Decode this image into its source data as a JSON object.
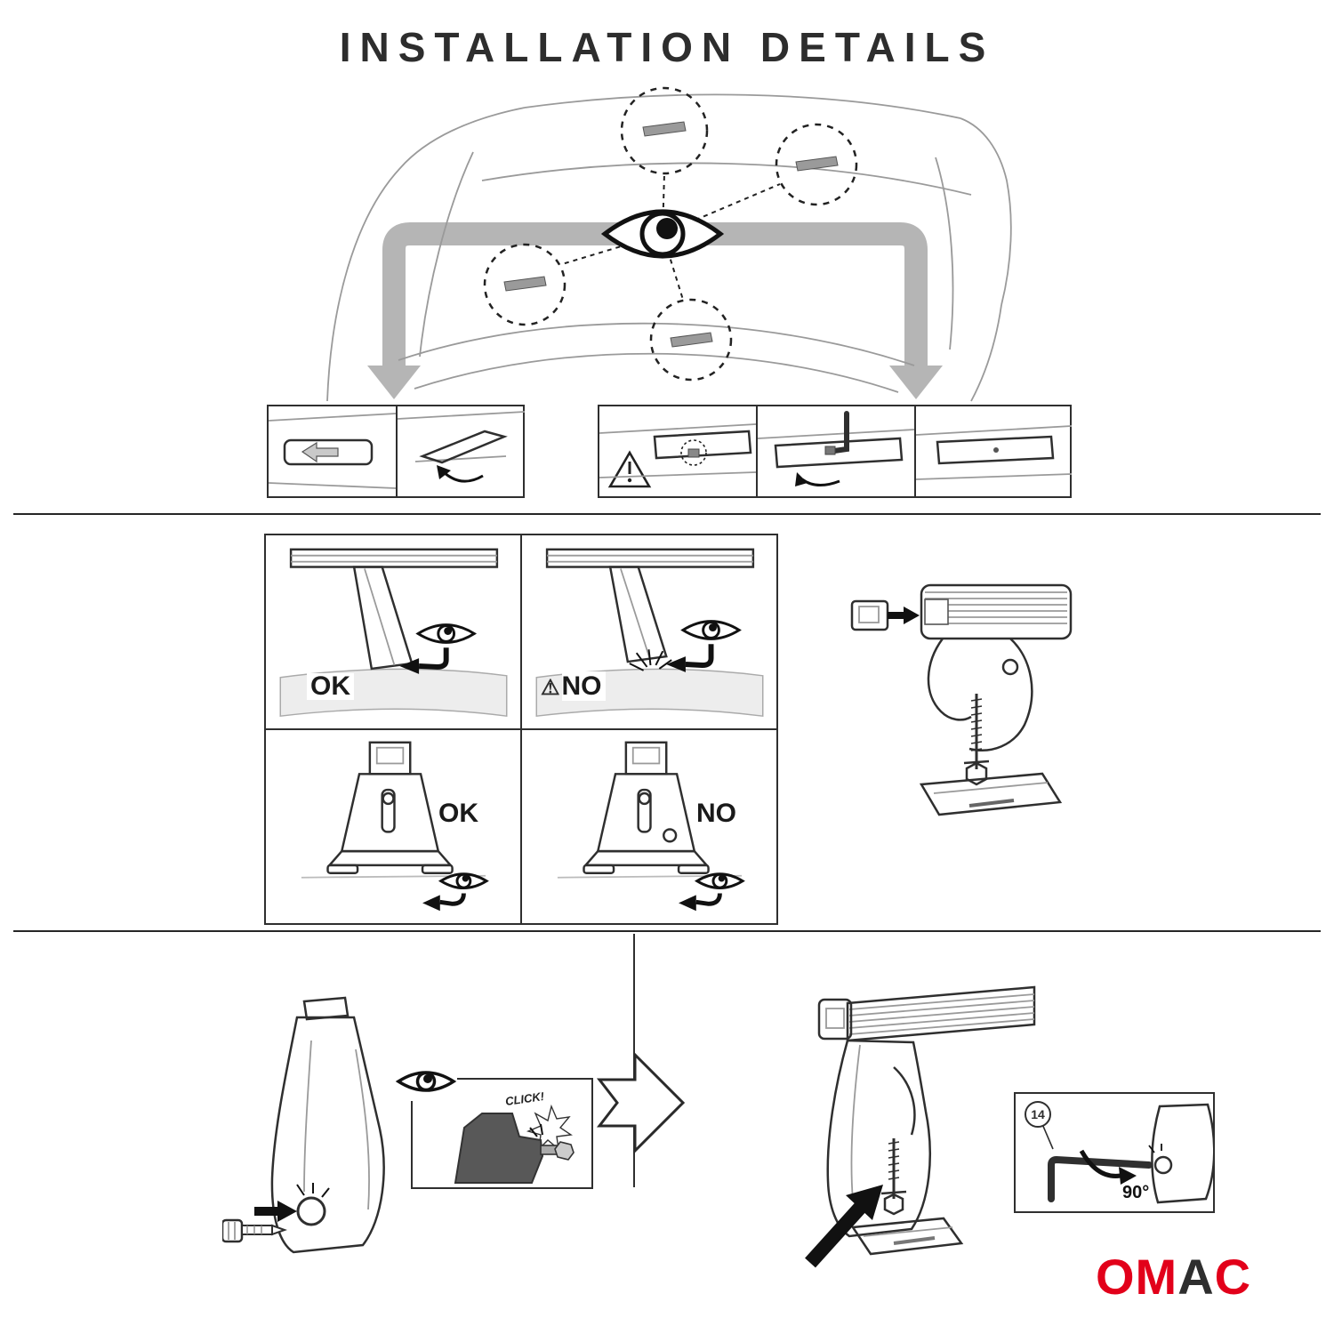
{
  "title": "INSTALLATION DETAILS",
  "sections": {
    "comparison": {
      "top_left_label": "OK",
      "top_right_label": "NO",
      "bottom_left_label": "OK",
      "bottom_right_label": "NO"
    },
    "assembly": {
      "click_label": "CLICK!",
      "key_size": "14",
      "angle_label": "90°"
    }
  },
  "icons": {
    "warning": "⚠",
    "eye": "eye-icon",
    "down_arrow": "down-arrow",
    "right_arrow": "right-arrow"
  },
  "logo": {
    "first": "OM",
    "middle": "A",
    "last": "C",
    "red": "#e2001a",
    "dark": "#2e2e2e"
  },
  "colors": {
    "line": "#2f2f2f",
    "gray_arrow": "#b5b5b5",
    "roof_shade": "#ededed"
  }
}
